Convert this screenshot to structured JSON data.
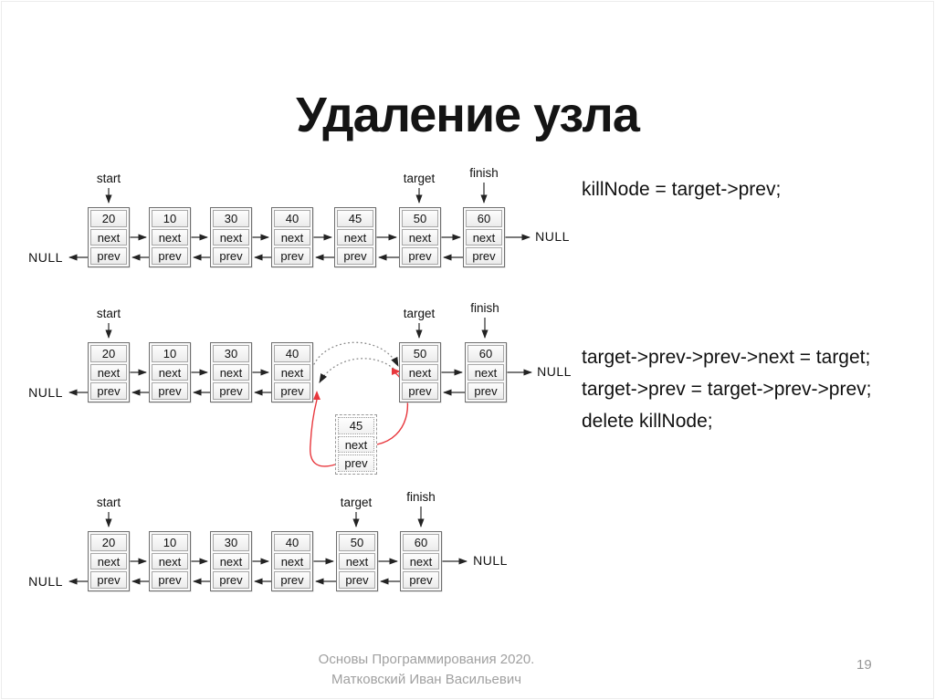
{
  "title": "Удаление узла",
  "labels": {
    "start": "start",
    "target": "target",
    "finish": "finish",
    "null": "NULL",
    "next": "next",
    "prev": "prev"
  },
  "code": {
    "assign_kill": "killNode = target->prev;",
    "relink_next": "target->prev->prev->next = target;",
    "relink_prev": "target->prev = target->prev->prev;",
    "delete_kill": "delete killNode;"
  },
  "diagrams": {
    "d1": {
      "nodes": [
        "20",
        "10",
        "30",
        "40",
        "45",
        "50",
        "60"
      ]
    },
    "d2": {
      "nodes": [
        "20",
        "10",
        "30",
        "40",
        "50",
        "60"
      ],
      "detached_node": "45"
    },
    "d3": {
      "nodes": [
        "20",
        "10",
        "30",
        "40",
        "50",
        "60"
      ]
    }
  },
  "footer": {
    "course": "Основы Программирования 2020.",
    "author": "Матковский Иван Васильевич",
    "page_number": "19"
  }
}
